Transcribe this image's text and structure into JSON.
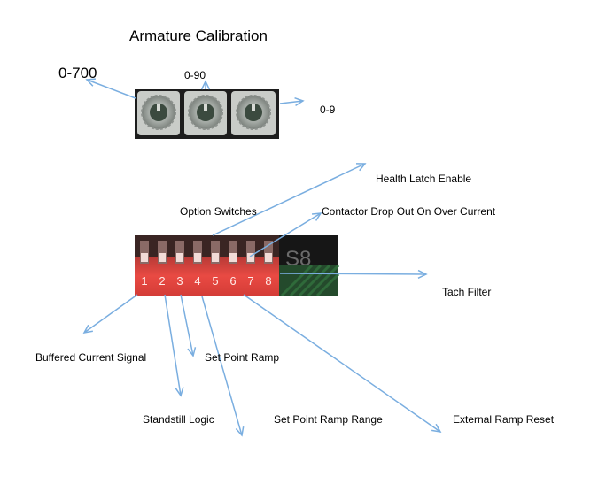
{
  "diagram": {
    "title": "Armature Calibration",
    "rotary_ranges": [
      "0-700",
      "0-90",
      "0-9"
    ],
    "dip_switch_block": {
      "group_label": "Option Switches",
      "bank_label": "S8",
      "switch_numbers": [
        "1",
        "2",
        "3",
        "4",
        "5",
        "6",
        "7",
        "8"
      ]
    },
    "switch_functions": [
      "Buffered Current Signal",
      "Standstill Logic",
      "Set Point Ramp",
      "Set Point Ramp Range",
      "External Ramp Reset",
      "Health Latch Enable",
      "Contactor Drop Out On Over Current",
      "Tach Filter"
    ]
  },
  "colors": {
    "arrow": "#7aaee0",
    "dip_red": "#e5453f",
    "dip_dark": "#161616",
    "rotary_body": "#1d1d1d"
  }
}
